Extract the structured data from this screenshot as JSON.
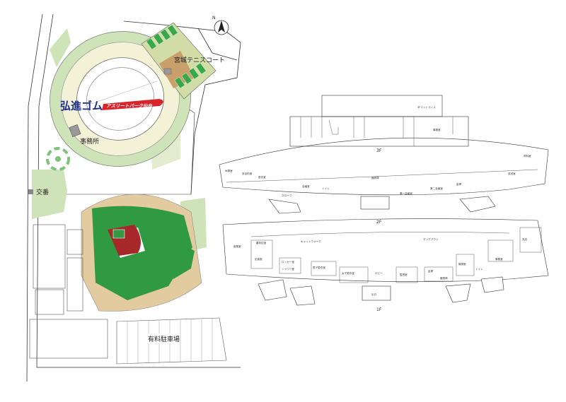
{
  "site_map": {
    "compass_letter": "N",
    "labels": {
      "tennis_court": "宮城テニスコート",
      "office": "事務所",
      "police_box": "交番",
      "paid_parking": "有料駐車場"
    },
    "logo": {
      "brand": "弘進ゴム",
      "subtitle": "アスリートパーク仙台"
    }
  },
  "floor_plan": {
    "floors": [
      "3F",
      "2F",
      "1F"
    ],
    "rooms_3f": [
      "3Fエントランス",
      "事務室"
    ],
    "rooms_2f": [
      "休憩室",
      "多目的室",
      "更衣室",
      "会議室",
      "トイレ",
      "器具庫",
      "第一会議室",
      "第二会議室",
      "倉庫",
      "放送室",
      "資料室",
      "スロープ"
    ],
    "rooms_1f": [
      "医務室",
      "審判控室",
      "記者室",
      "ロッカー室",
      "シャワー室",
      "男子更衣室",
      "女子更衣室",
      "ロビー",
      "監督室",
      "倉庫",
      "器具庫",
      "機械室",
      "トイレ",
      "事務室",
      "売店",
      "出口",
      "キャットウォーク",
      "ダッグアウト"
    ]
  },
  "colors": {
    "park_green": "#cfe3b8",
    "field_green": "#2f9a42",
    "court_green": "#38a84a",
    "infield_dirt": "#a62828",
    "sand": "#e3cba0",
    "track_cream": "#f3f1d6",
    "logo_blue": "#1d2f86",
    "logo_red": "#d8242b"
  }
}
